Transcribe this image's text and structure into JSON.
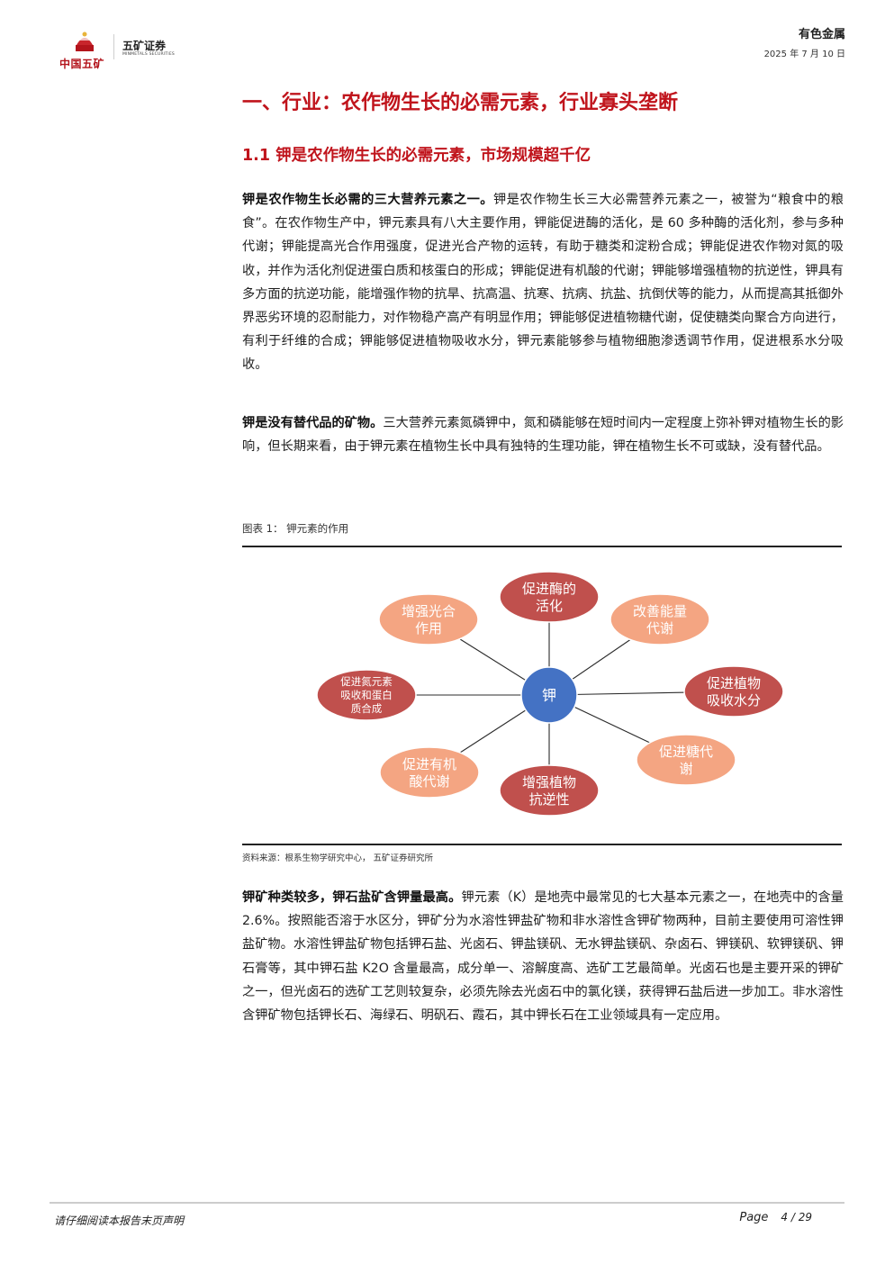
{
  "header": {
    "logo_cn": "中国五矿",
    "logo_brand": "五矿证券",
    "logo_brand_en": "MINMETALS SECURITIES",
    "category": "有色金属",
    "date": "2025 年 7 月 10 日"
  },
  "section": {
    "h1": "一、行业：农作物生长的必需元素，行业寡头垄断",
    "h2": "1.1 钾是农作物生长的必需元素，市场规模超千亿"
  },
  "paragraphs": [
    {
      "lead": "钾是农作物生长必需的三大营养元素之一。",
      "text": "钾是农作物生长三大必需营养元素之一，被誉为“粮食中的粮食”。在农作物生产中，钾元素具有八大主要作用，钾能促进酶的活化，是 60 多种酶的活化剂，参与多种代谢；钾能提高光合作用强度，促进光合产物的运转，有助于糖类和淀粉合成；钾能促进农作物对氮的吸收，并作为活化剂促进蛋白质和核蛋白的形成；钾能促进有机酸的代谢；钾能够增强植物的抗逆性，钾具有多方面的抗逆功能，能增强作物的抗旱、抗高温、抗寒、抗病、抗盐、抗倒伏等的能力，从而提高其抵御外界恶劣环境的忍耐能力，对作物稳产高产有明显作用；钾能够促进植物糖代谢，促使糖类向聚合方向进行，有利于纤维的合成；钾能够促进植物吸收水分，钾元素能够参与植物细胞渗透调节作用，促进根系水分吸收。"
    },
    {
      "lead": "钾是没有替代品的矿物。",
      "text": "三大营养元素氮磷钾中，氮和磷能够在短时间内一定程度上弥补钾对植物生长的影响，但长期来看，由于钾元素在植物生长中具有独特的生理功能，钾在植物生长不可或缺，没有替代品。"
    },
    {
      "lead": "钾矿种类较多，钾石盐矿含钾量最高。",
      "text": "钾元素（K）是地壳中最常见的七大基本元素之一，在地壳中的含量2.6%。按照能否溶于水区分，钾矿分为水溶性钾盐矿物和非水溶性含钾矿物两种，目前主要使用可溶性钾盐矿物。水溶性钾盐矿物包括钾石盐、光卤石、钾盐镁矾、无水钾盐镁矾、杂卤石、钾镁矾、软钾镁矾、钾石膏等，其中钾石盐 K2O 含量最高，成分单一、溶解度高、选矿工艺最简单。光卤石也是主要开采的钾矿之一，但光卤石的选矿工艺则较复杂，必须先除去光卤石中的氯化镁，获得钾石盐后进一步加工。非水溶性含钾矿物包括钾长石、海绿石、明矾石、霞石，其中钾长石在工业领域具有一定应用。"
    }
  ],
  "figure": {
    "title": "图表 1：  钾元素的作用",
    "source": "资料来源：根系生物学研究中心，  五矿证券研究所",
    "center": "钾",
    "center_color": "#4472c4",
    "line_color": "#2b2b2b",
    "colors": {
      "dark": "#c0504d",
      "light": "#f4a582"
    },
    "nodes": [
      {
        "lines": [
          "促进酶的",
          "活化"
        ],
        "tone": "dark"
      },
      {
        "lines": [
          "改善能量",
          "代谢"
        ],
        "tone": "light"
      },
      {
        "lines": [
          "促进植物",
          "吸收水分"
        ],
        "tone": "dark"
      },
      {
        "lines": [
          "促进糖代",
          "谢"
        ],
        "tone": "light"
      },
      {
        "lines": [
          "增强植物",
          "抗逆性"
        ],
        "tone": "dark"
      },
      {
        "lines": [
          "促进有机",
          "酸代谢"
        ],
        "tone": "light"
      },
      {
        "lines": [
          "促进氮元素",
          "吸收和蛋白",
          "质合成"
        ],
        "tone": "dark"
      },
      {
        "lines": [
          "增强光合",
          "作用"
        ],
        "tone": "light"
      }
    ]
  },
  "footer": {
    "disclaimer": "请仔细阅读本报告末页声明",
    "page_label": "Page",
    "page_num": "4 / 29"
  }
}
